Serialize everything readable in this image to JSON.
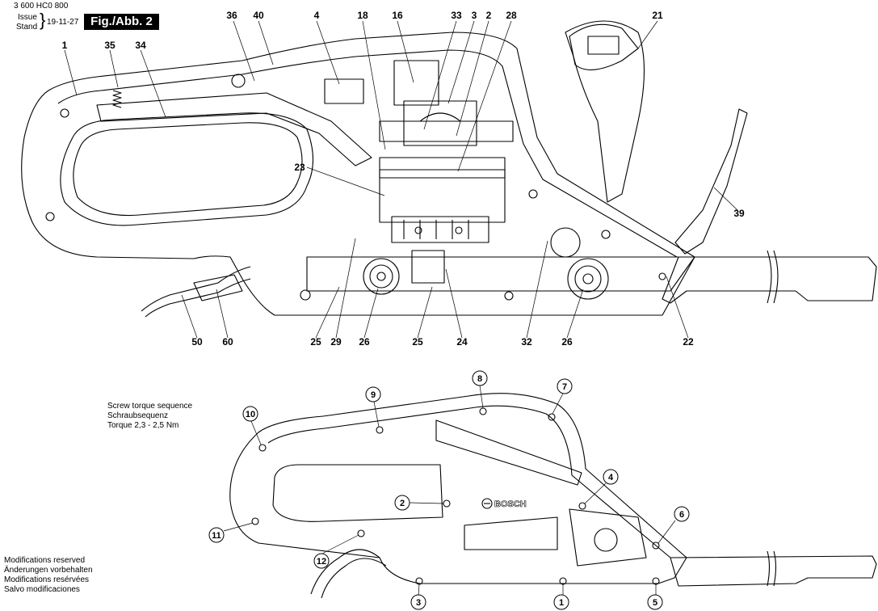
{
  "header": {
    "doc_number": "3 600 HC0 800",
    "issue_label": "Issue",
    "stand_label": "Stand",
    "date": "19-11-27",
    "figure": "Fig./Abb. 2"
  },
  "torque_note": [
    "Screw torque sequence",
    "Schraubsequenz",
    "Torque 2,3 - 2,5 Nm"
  ],
  "modifications": [
    "Modifications reserved",
    "Änderungen vorbehalten",
    "Modifications resérvées",
    "Salvo modificaciones"
  ],
  "brand_mark": "BOSCH",
  "part_labels": {
    "top": [
      "1",
      "35",
      "34",
      "36",
      "40",
      "4",
      "18",
      "16",
      "33",
      "3",
      "2",
      "28",
      "21"
    ],
    "side": [
      "23",
      "39"
    ],
    "bottom": [
      "50",
      "60",
      "25",
      "29",
      "26",
      "25",
      "24",
      "32",
      "26",
      "22"
    ]
  },
  "screw_sequence": [
    "1",
    "2",
    "3",
    "4",
    "5",
    "6",
    "7",
    "8",
    "9",
    "10",
    "11",
    "12"
  ]
}
